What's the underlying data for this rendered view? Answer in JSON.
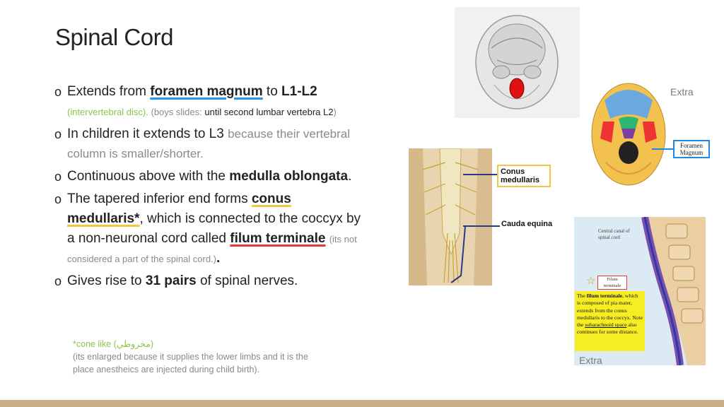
{
  "slide": {
    "title": "Spinal Cord",
    "bullet_marker": "o",
    "bullets": [
      {
        "parts": [
          "Extends from ",
          "foramen magnum",
          " to ",
          "L1-L2",
          " ",
          "(intervertebral disc). ",
          "(boys slides: ",
          "until second lumbar vertebra L2",
          ")"
        ]
      },
      {
        "parts": [
          "In children it extends to L3 ",
          "because their vertebral column is smaller/shorter."
        ]
      },
      {
        "parts": [
          "Continuous above with the ",
          "medulla oblongata",
          "."
        ]
      },
      {
        "parts": [
          "The tapered inferior end forms ",
          "conus medullaris*",
          ", which is connected to the coccyx by a non-neuronal cord called ",
          "filum terminale",
          " ",
          "(its not considered a part of the spinal cord.)",
          "."
        ]
      },
      {
        "parts": [
          "Gives rise to ",
          "31 pairs",
          " of spinal nerves."
        ]
      }
    ],
    "note": {
      "line1": "*cone like (مخروطي)",
      "line2": "(its enlarged because it supplies the lower limbs and it is the place anestheics are injected during child birth)."
    }
  },
  "figures": {
    "skull_top": {
      "alt": "skull inferior view"
    },
    "skull_base": {
      "label": "Foramen Magnum",
      "extra": "Extra"
    },
    "spinal_cord": {
      "label1": "Conus medullaris",
      "label2": "Cauda equina"
    },
    "spine_section": {
      "label_top": "Central canal of spinal cord",
      "label_filum": "Filum terminale",
      "star": "☆",
      "caption_parts": [
        "The ",
        "filum terminale",
        ", which is composed of pia mater, extends from the conus medullaris to the coccyx. Note the ",
        "subarachnoid space",
        " also continues for some distance."
      ],
      "extra": "Extra"
    }
  },
  "colors": {
    "accent_blue": "#2196f3",
    "accent_yellow": "#f2c744",
    "accent_red": "#e53935",
    "green": "#8bc34a",
    "footer": "#c9ad85"
  }
}
